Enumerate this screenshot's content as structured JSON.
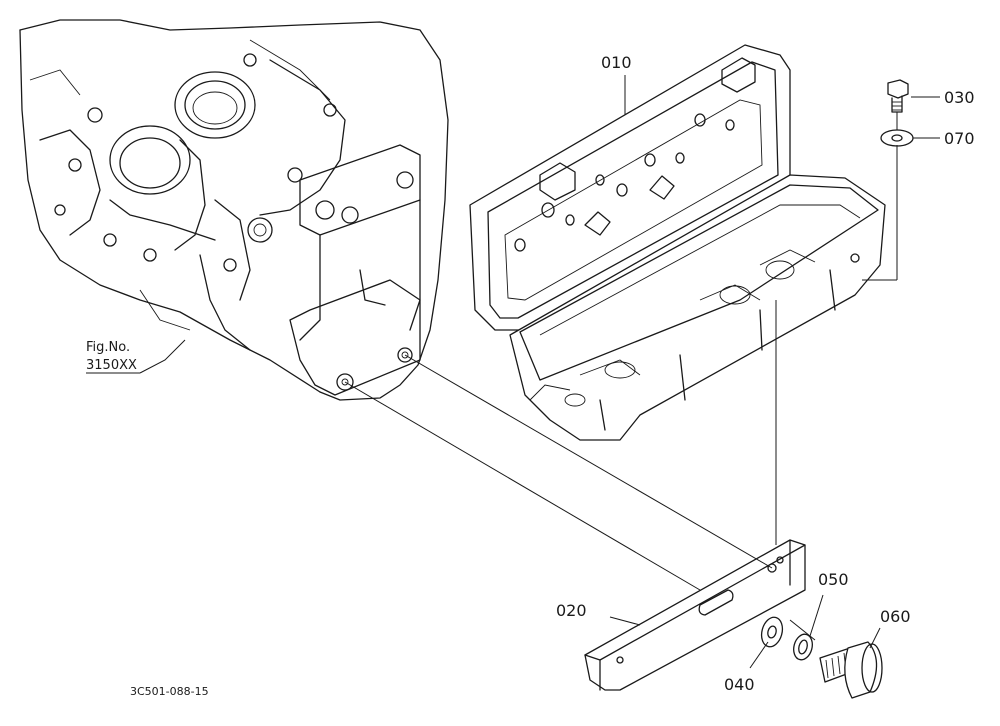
{
  "callouts": {
    "p010": "010",
    "p020": "020",
    "p030": "030",
    "p040": "040",
    "p050": "050",
    "p060": "060",
    "p070": "070"
  },
  "figure_ref": {
    "line1": "Fig.No.",
    "line2": "3150XX"
  },
  "drawing_code": "3C501-088-15"
}
